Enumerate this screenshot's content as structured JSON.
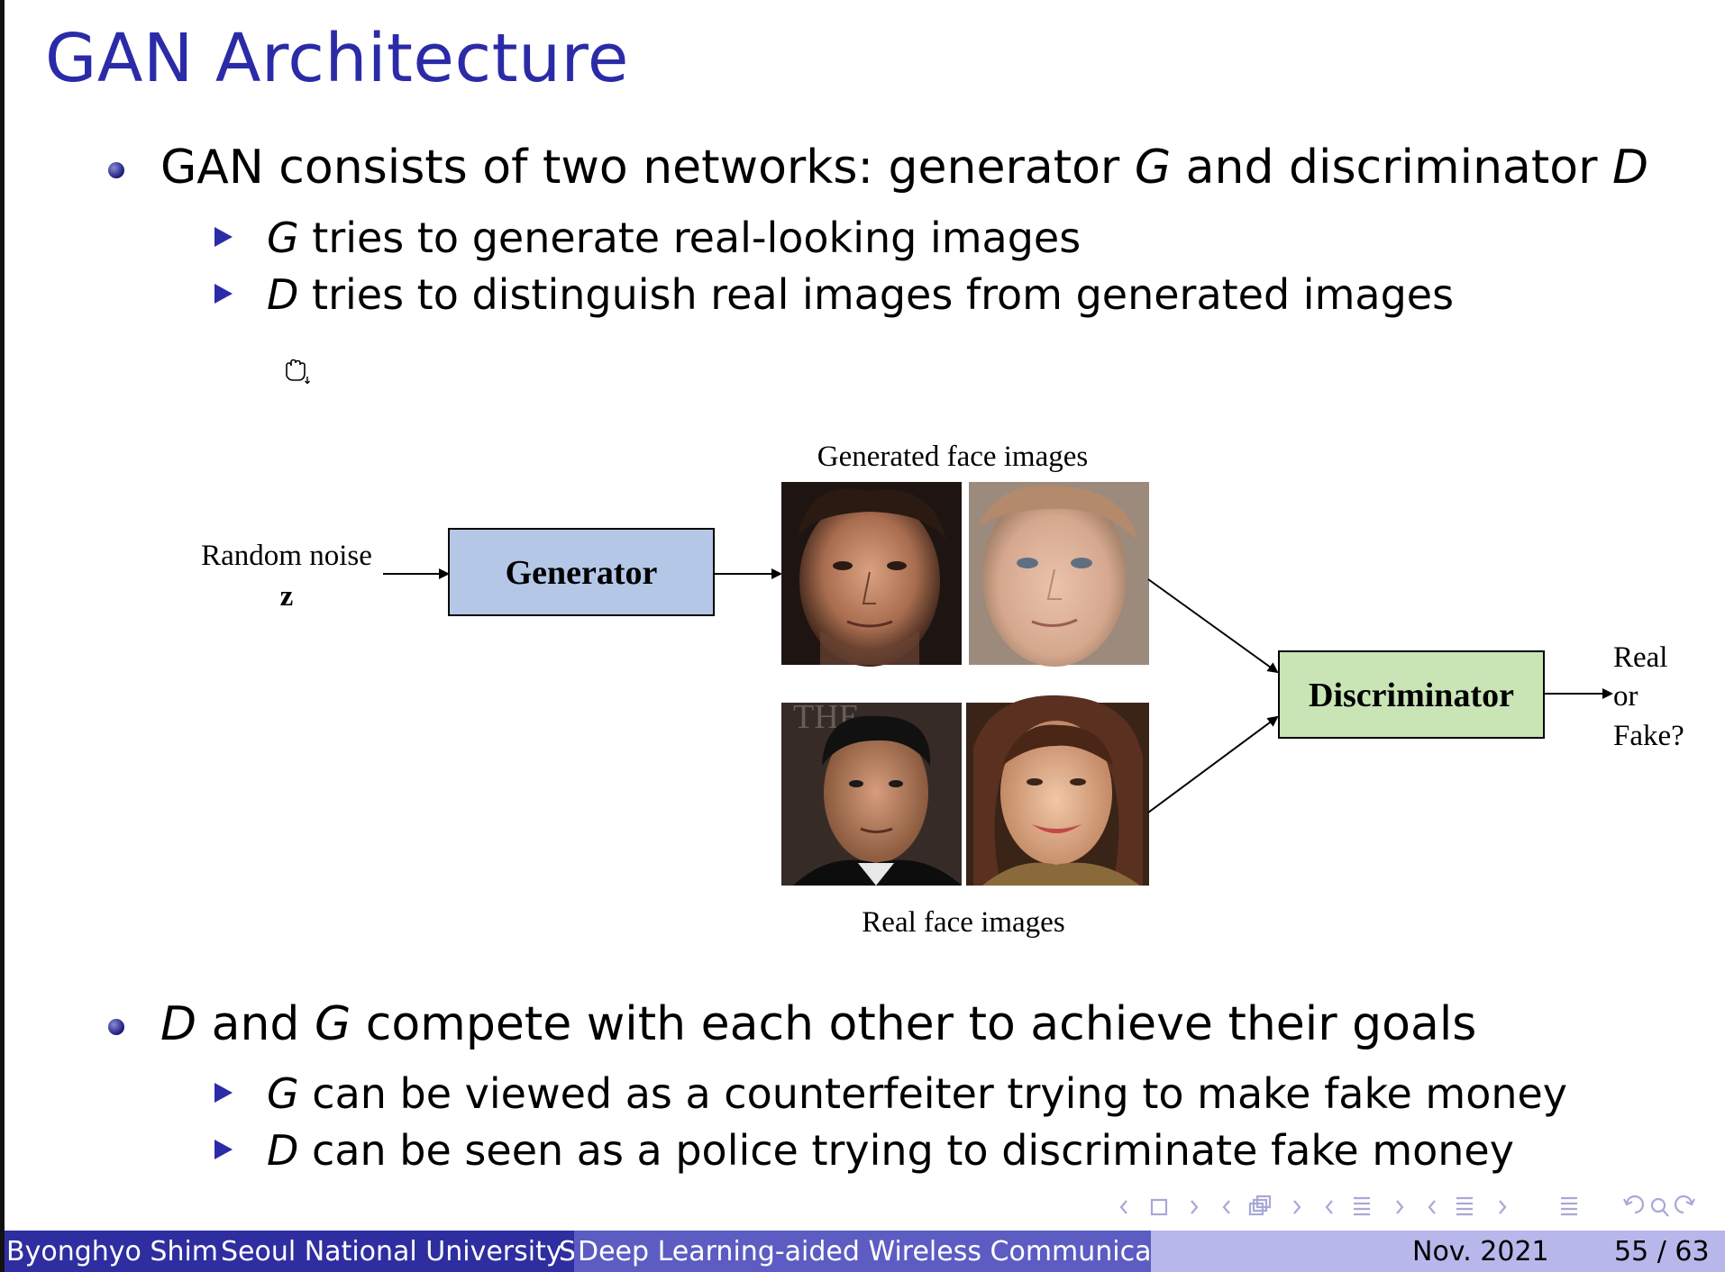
{
  "slide": {
    "title": "GAN Architecture",
    "bullets": [
      {
        "pre": "GAN consists of two networks:  generator ",
        "var1": "G",
        "mid": " and discriminator ",
        "var2": "D",
        "subs": [
          {
            "var": "G",
            "text": " tries to generate real-looking images"
          },
          {
            "var": "D",
            "text": " tries to distinguish real images from generated images"
          }
        ]
      },
      {
        "var1": "D",
        "mid": " and ",
        "var2": "G",
        "post": " compete with each other to achieve their goals",
        "subs": [
          {
            "var": "G",
            "text": " can be viewed as a counterfeiter trying to make fake money"
          },
          {
            "var": "D",
            "text": " can be seen as a police trying to discriminate fake money"
          }
        ]
      }
    ]
  },
  "diagram": {
    "noise_label": "Random noise",
    "noise_var": "z",
    "generator_label": "Generator",
    "generated_caption": "Generated face images",
    "real_caption": "Real face images",
    "discriminator_label": "Discriminator",
    "output_lines": [
      "Real",
      "or",
      "Fake?"
    ],
    "colors": {
      "generator_fill": "#b4c7e7",
      "discriminator_fill": "#c9e5b6"
    }
  },
  "footer": {
    "author": "Byonghyo Shim",
    "institution": "Seoul National University",
    "overflow_char": "S",
    "talk_title": "Deep Learning-aided Wireless Communication",
    "date": "Nov. 2021",
    "page": "55 / 63"
  },
  "nav_icons": [
    "nav-frame-icon",
    "nav-subsection-icon",
    "nav-section-icon",
    "nav-align-icon",
    "undo-icon",
    "search-icon",
    "redo-icon"
  ],
  "cursor_icon": "hand-cursor-icon"
}
